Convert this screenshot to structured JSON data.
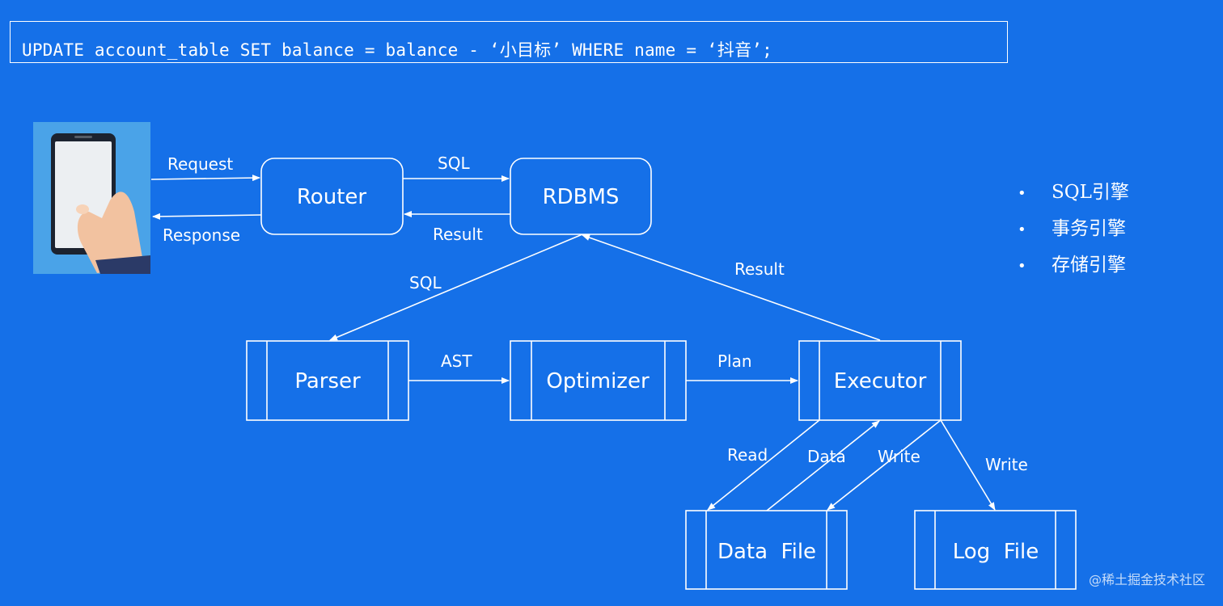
{
  "sql_statement": "UPDATE account_table SET balance = balance - ‘小目标’ WHERE name = ‘抖音’;",
  "nodes": {
    "router": "Router",
    "rdbms": "RDBMS",
    "parser": "Parser",
    "optimizer": "Optimizer",
    "executor": "Executor",
    "data_file": "Data  File",
    "log_file": "Log  File"
  },
  "edges": {
    "request": "Request",
    "response": "Response",
    "sql_router_rdbms": "SQL",
    "result_rdbms_router": "Result",
    "sql_rdbms_parser": "SQL",
    "result_executor_rdbms": "Result",
    "ast": "AST",
    "plan": "Plan",
    "read": "Read",
    "data": "Data",
    "write_data_file": "Write",
    "write_log_file": "Write"
  },
  "engines": [
    "SQL引擎",
    "事务引擎",
    "存储引擎"
  ],
  "watermark": "@稀土掘金技术社区",
  "colors": {
    "background": "#1570e8",
    "line": "#ffffff",
    "phone_panel": "#4aa3e8"
  }
}
